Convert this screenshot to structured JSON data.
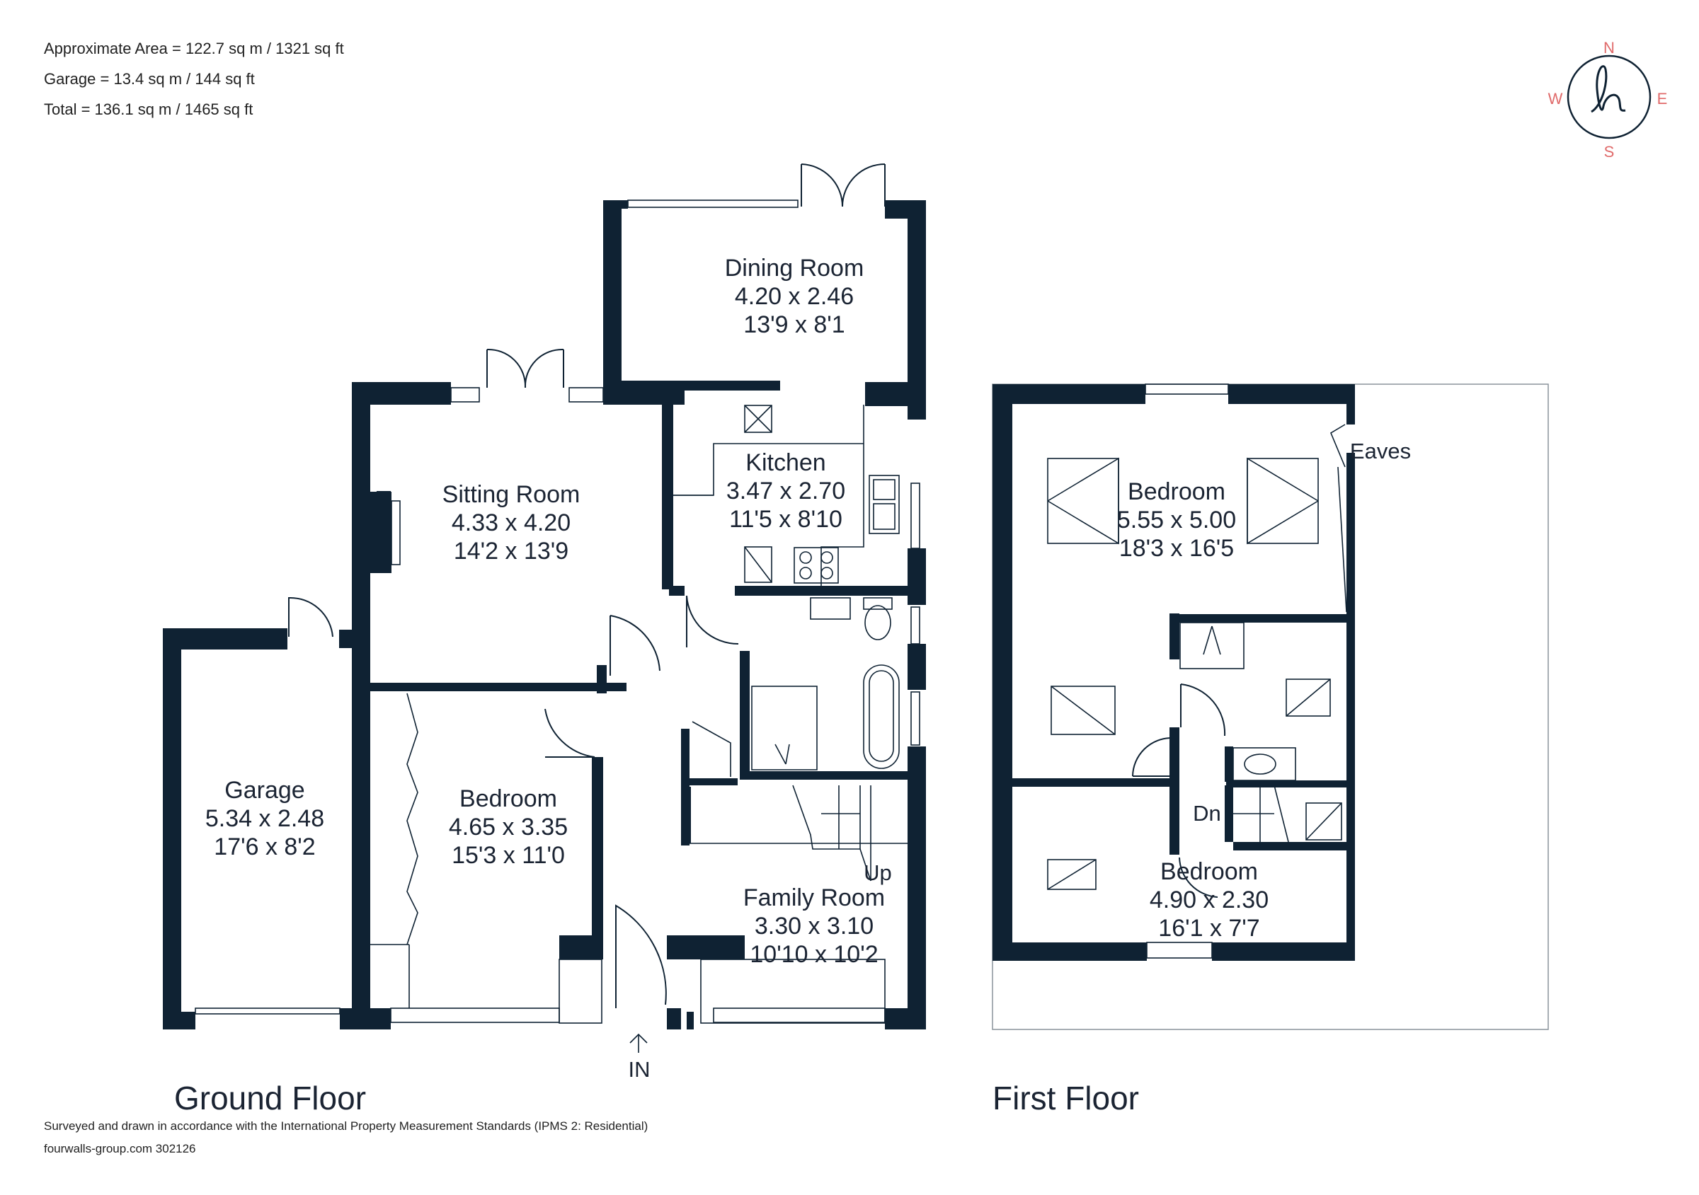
{
  "header": {
    "area_lines": [
      "Approximate Area = 122.7 sq m / 1321 sq ft",
      "Garage = 13.4 sq m / 144 sq ft",
      "Total = 136.1 sq m / 1465 sq ft"
    ]
  },
  "compass": {
    "n": "N",
    "e": "E",
    "s": "S",
    "w": "W",
    "logo_letter": "h"
  },
  "ground_floor": {
    "title": "Ground Floor",
    "rooms": {
      "dining": {
        "name": "Dining Room",
        "metric": "4.20 x 2.46",
        "imperial": "13'9 x 8'1"
      },
      "sitting": {
        "name": "Sitting Room",
        "metric": "4.33 x 4.20",
        "imperial": "14'2 x 13'9"
      },
      "kitchen": {
        "name": "Kitchen",
        "metric": "3.47 x 2.70",
        "imperial": "11'5 x 8'10"
      },
      "garage": {
        "name": "Garage",
        "metric": "5.34 x 2.48",
        "imperial": "17'6 x 8'2"
      },
      "bedroom": {
        "name": "Bedroom",
        "metric": "4.65 x 3.35",
        "imperial": "15'3 x 11'0"
      },
      "family": {
        "name": "Family Room",
        "metric": "3.30 x 3.10",
        "imperial": "10'10 x 10'2"
      }
    },
    "up_label": "Up",
    "entrance_label": "IN"
  },
  "first_floor": {
    "title": "First Floor",
    "rooms": {
      "bedroom1": {
        "name": "Bedroom",
        "metric": "5.55 x 5.00",
        "imperial": "18'3 x 16'5"
      },
      "bedroom2": {
        "name": "Bedroom",
        "metric": "4.90 x 2.30",
        "imperial": "16'1 x 7'7"
      }
    },
    "eaves_label": "Eaves",
    "down_label": "Dn"
  },
  "footer": {
    "standard": "Surveyed and drawn in accordance with the International Property Measurement Standards (IPMS 2: Residential)",
    "reference": "fourwalls-group.com 302126"
  },
  "colors": {
    "wall": "#0f2233",
    "text": "#1b2433",
    "compass": "#e06a6a"
  }
}
